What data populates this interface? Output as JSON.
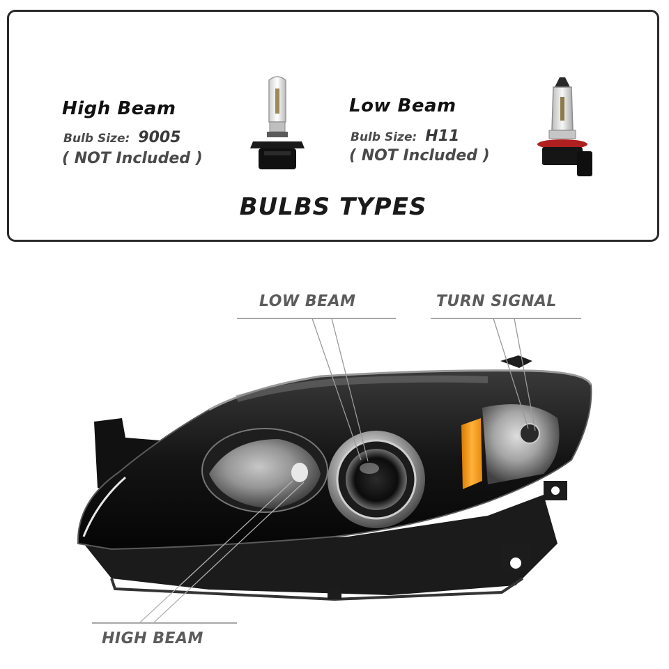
{
  "bulbs_panel": {
    "heading": "BULBS TYPES",
    "high_beam": {
      "title": "High Beam",
      "size_label": "Bulb Size:",
      "size_value": "9005",
      "note": "( NOT Included )",
      "icon": "halogen-bulb-9005-icon"
    },
    "low_beam": {
      "title": "Low Beam",
      "size_label": "Bulb Size:",
      "size_value": "H11",
      "note": "( NOT Included )",
      "icon": "halogen-bulb-h11-icon"
    }
  },
  "diagram": {
    "callouts": {
      "low_beam": "LOW BEAM",
      "turn_signal": "TURN SIGNAL",
      "high_beam": "HIGH BEAM"
    },
    "image": "headlight-assembly-image",
    "colors": {
      "housing": "#141414",
      "chrome": "#d8d8d8",
      "amber": "#f39a1a"
    }
  }
}
